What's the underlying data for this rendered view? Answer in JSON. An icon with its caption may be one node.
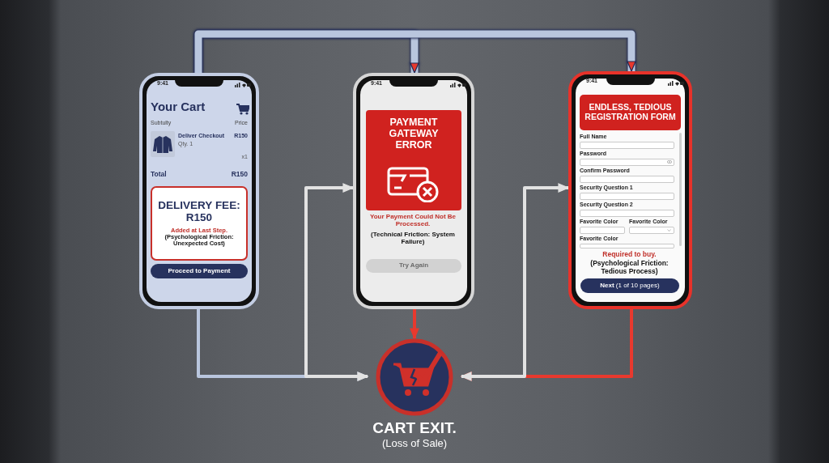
{
  "diagram": {
    "nodes": [
      {
        "text": [
          "9:41",
          "Your Cart",
          "Subtulty",
          "Price",
          "Deliver Checkout",
          "Qty. 1",
          "R150",
          "x1",
          "Total",
          "R150"
        ]
      },
      {
        "text": [
          "DELIVERY FEE: R150",
          "Added at Last Step.",
          "(Psychological Friction: Unexpected Cost)"
        ],
        "in": 0
      },
      {
        "text": [
          "Proceed to Payment"
        ],
        "in": 0
      },
      {
        "text": [
          "9:41",
          "Your Payment Could Not Be Processed.",
          "(Technical Friction: System Failure)"
        ]
      },
      {
        "text": [
          "PAYMENT GATEWAY ERROR"
        ],
        "in": 3
      },
      {
        "text": [
          "Try Again"
        ],
        "in": 3
      },
      {
        "text": [
          "9:41",
          "Full Name",
          "Password",
          "Confirm Password",
          "Security Question 1",
          "Security Question 2",
          "Favorite Color",
          "Favorite Color",
          "Favorite Color",
          "Required to buy.",
          "(Psychological Friction: Tedious Process)"
        ]
      },
      {
        "text": [
          "ENDLESS, TEDIOUS REGISTRATION FORM"
        ],
        "in": 6
      },
      {
        "text": [
          "**Next** (1 of 10 pages)"
        ],
        "in": 6
      },
      {
        "text": [
          "CART EXIT.",
          "(Loss of Sale)"
        ]
      }
    ],
    "edges": [
      {
        "from": 0,
        "to": 3,
        "arrow": "to",
        "style": "thick"
      },
      {
        "from": 0,
        "to": 6,
        "arrow": "to",
        "style": "thick"
      },
      {
        "from": 0,
        "to": 9,
        "arrow": "to"
      },
      {
        "from": 3,
        "to": 9,
        "arrow": "to",
        "color": "#e8392e"
      },
      {
        "from": 3,
        "to": 9,
        "arrow": "both",
        "color": "#e2e2e2"
      },
      {
        "from": 6,
        "to": 9,
        "arrow": "to",
        "color": "#e8392e"
      },
      {
        "from": 6,
        "to": 9,
        "arrow": "both",
        "color": "#e2e2e2"
      }
    ]
  }
}
